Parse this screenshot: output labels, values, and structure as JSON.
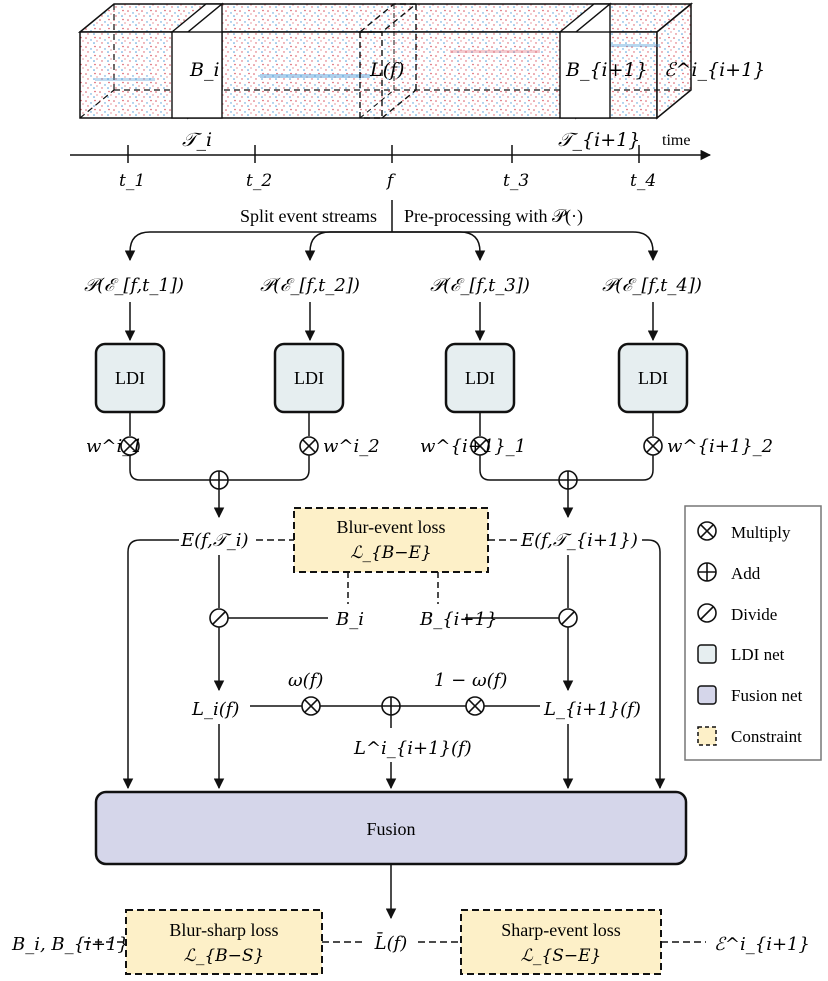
{
  "volume": {
    "block_left": "B_i",
    "block_mid": "L(f)",
    "block_right": "B_{i+1}",
    "events_right": "ℰ^i_{i+1}"
  },
  "timeline": {
    "interval_left": "𝒯_i",
    "interval_right": "𝒯_{i+1}",
    "axis_label": "time",
    "ticks": [
      "t_1",
      "t_2",
      "f",
      "t_3",
      "t_4"
    ]
  },
  "split": {
    "left_caption": "Split event streams",
    "right_caption": "Pre-processing with 𝒫(·)"
  },
  "inputs": [
    "𝒫(ℰ_[f,t_1])",
    "𝒫(ℰ_[f,t_2])",
    "𝒫(ℰ_[f,t_3])",
    "𝒫(ℰ_[f,t_4])"
  ],
  "ldi_label": "LDI",
  "weights": [
    "w^i_1",
    "w^i_2",
    "w^{i+1}_1",
    "w^{i+1}_2"
  ],
  "nodes": {
    "E_left": "E(f,𝒯_i)",
    "E_right": "E(f,𝒯_{i+1})",
    "B_left": "B_i",
    "B_right": "B_{i+1}",
    "L_left": "L_i(f)",
    "L_right": "L_{i+1}(f)",
    "omega": "ω(f)",
    "one_minus_omega": "1 − ω(f)",
    "L_mid": "L^i_{i+1}(f)",
    "output": "L̄(f)",
    "out_left_inputs": "B_i, B_{i+1}",
    "out_right_events": "ℰ^i_{i+1}"
  },
  "fusion_label": "Fusion",
  "losses": {
    "blur_event": {
      "title": "Blur-event loss",
      "symbol": "ℒ_{B−E}"
    },
    "blur_sharp": {
      "title": "Blur-sharp loss",
      "symbol": "ℒ_{B−S}"
    },
    "sharp_event": {
      "title": "Sharp-event loss",
      "symbol": "ℒ_{S−E}"
    }
  },
  "legend": [
    {
      "symbol": "multiply",
      "label": "Multiply"
    },
    {
      "symbol": "add",
      "label": "Add"
    },
    {
      "symbol": "divide",
      "label": "Divide"
    },
    {
      "symbol": "ldi-box",
      "label": "LDI net"
    },
    {
      "symbol": "fusion-box",
      "label": "Fusion net"
    },
    {
      "symbol": "constraint-box",
      "label": "Constraint"
    }
  ],
  "colors": {
    "ldi_fill": "#e6eef0",
    "fusion_fill": "#d5d6ea",
    "constraint_fill": "#fdf0c8",
    "events_red": "#d9535f",
    "events_blue": "#4a9ad8"
  }
}
